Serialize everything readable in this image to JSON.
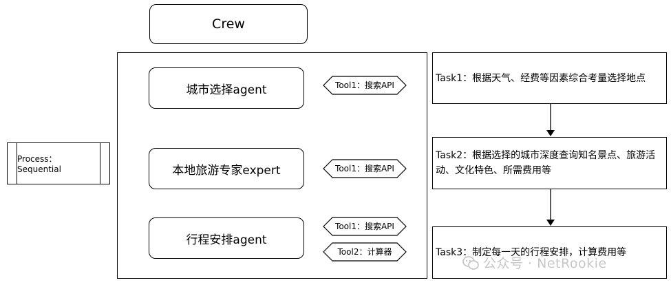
{
  "crew": {
    "label": "Crew"
  },
  "process": {
    "label": "Process：Sequential"
  },
  "agents": [
    {
      "label": "城市选择agent",
      "tools": [
        "Tool1：搜索API"
      ]
    },
    {
      "label": "本地旅游专家expert",
      "tools": [
        "Tool1：搜索API"
      ]
    },
    {
      "label": "行程安排agent",
      "tools": [
        "Tool1：搜索API",
        "Tool2：计算器"
      ]
    }
  ],
  "tasks": [
    {
      "text": "Task1：根据天气、经费等因素综合考量选择地点"
    },
    {
      "text": "Task2：根据选择的城市深度查询知名景点、旅游活动、文化特色、所需费用等"
    },
    {
      "text": "Task3：制定每一天的行程安排，计算费用等"
    }
  ],
  "watermark": {
    "text": "公众号 · NetRookie"
  }
}
